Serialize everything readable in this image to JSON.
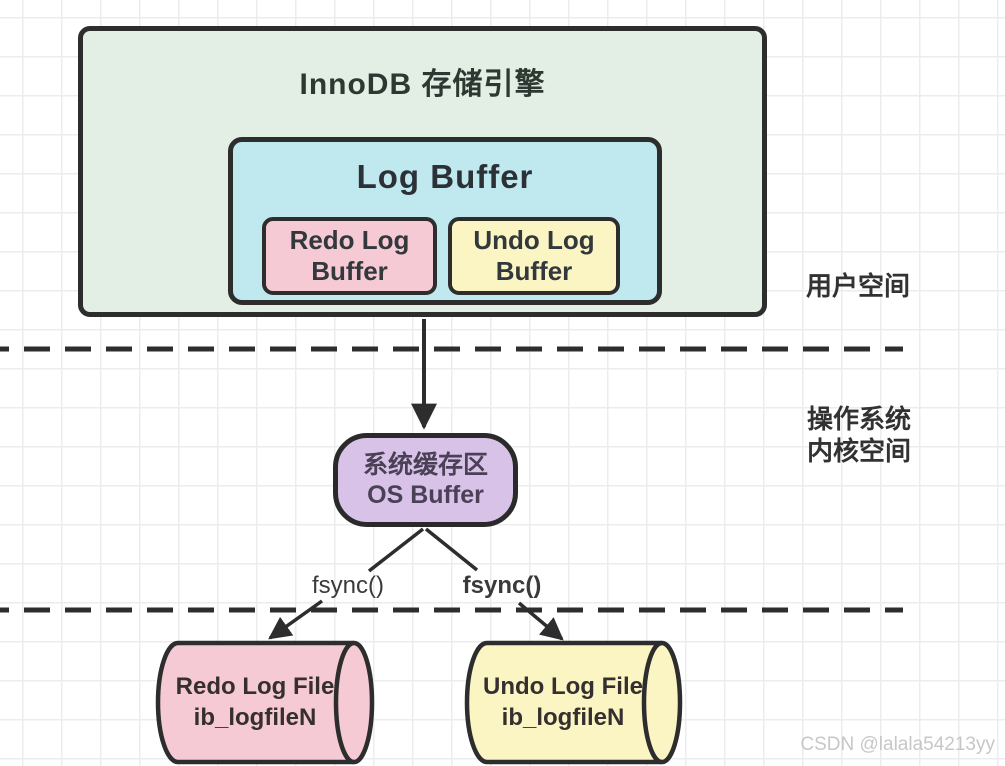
{
  "diagram": {
    "innodb": {
      "title": "InnoDB 存储引擎"
    },
    "log_buffer": {
      "title": "Log Buffer"
    },
    "redo_log_buffer": {
      "line1": "Redo Log",
      "line2": "Buffer"
    },
    "undo_log_buffer": {
      "line1": "Undo Log",
      "line2": "Buffer"
    },
    "os_buffer": {
      "line1": "系统缓存区",
      "line2": "OS Buffer"
    },
    "labels": {
      "user_space": "用户空间",
      "kernel_space_line1": "操作系统",
      "kernel_space_line2": "内核空间",
      "fsync_left": "fsync()",
      "fsync_right": "fsync()"
    },
    "redo_log_file": {
      "line1": "Redo Log File",
      "line2": "ib_logfileN"
    },
    "undo_log_file": {
      "line1": "Undo Log File",
      "line2": "ib_logfileN"
    },
    "watermark": "CSDN @lalala54213yy",
    "colors": {
      "innodb_fill": "#e3efe4",
      "log_buffer_fill": "#bfe9ef",
      "redo_fill": "#f6cad5",
      "undo_fill": "#faf5c3",
      "os_buffer_fill": "#d8c2e8",
      "stroke": "#2d2d2d",
      "watermark_text": "#c7c7c7"
    }
  }
}
